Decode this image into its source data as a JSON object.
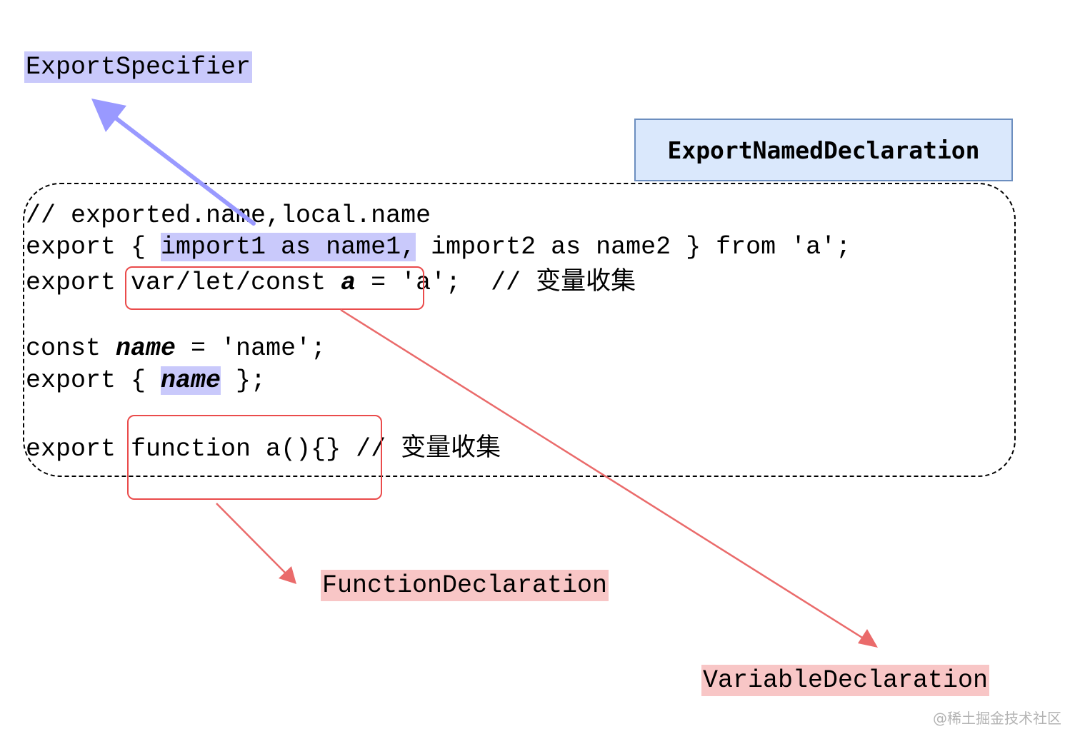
{
  "labels": {
    "export_specifier": "ExportSpecifier",
    "export_named_declaration": "ExportNamedDeclaration",
    "function_declaration": "FunctionDeclaration",
    "variable_declaration": "VariableDeclaration"
  },
  "code": {
    "line1": "// exported.name,local.name",
    "line2": {
      "prefix": "export { ",
      "highlight": "import1 as name1,",
      "suffix": " import2 as name2 } from 'a';"
    },
    "line3": {
      "export": "export ",
      "decl": "var/let/const ",
      "ident": "a",
      "eq": " =",
      "rest": " 'a';  // ",
      "comment": "变量收集"
    },
    "line4": {
      "kw": "const ",
      "ident": "name",
      "rest": " = 'name';"
    },
    "line5": {
      "prefix": "export { ",
      "ident": "name",
      "suffix": " };"
    },
    "line6": {
      "export": "export ",
      "fn": "function a(){}",
      "rest": " // ",
      "comment": "变量收集"
    }
  },
  "colors": {
    "blue_arrow": "#9999ff",
    "red_arrow": "#ea6b6b",
    "highlight_blue": "#c9c9fb",
    "highlight_red": "#f8c6c6",
    "node_fill": "#dae8fc",
    "node_stroke": "#6c8ebf"
  },
  "watermark": "@稀土掘金技术社区"
}
